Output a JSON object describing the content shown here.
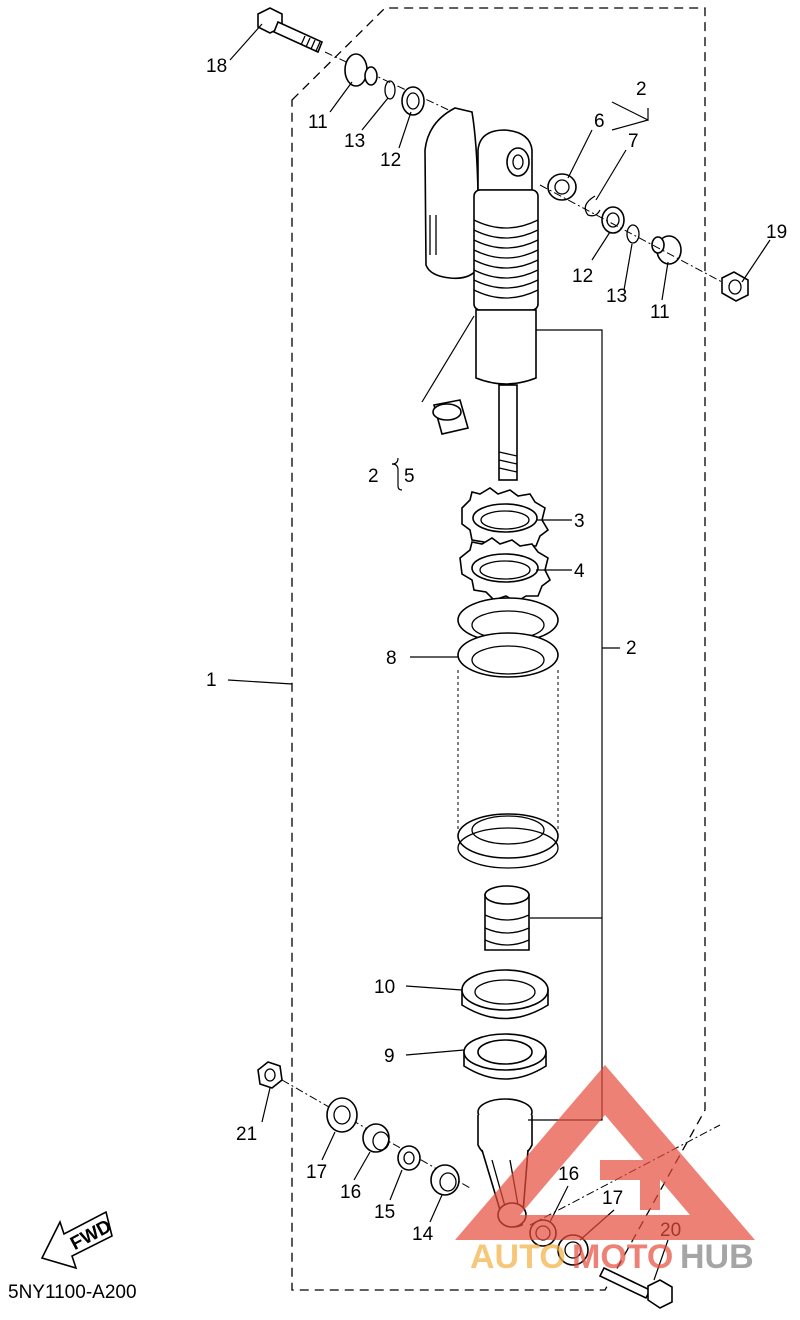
{
  "diagram_code": "5NY1100-A200",
  "fwd_label": "FWD",
  "watermark": {
    "part1": "AUTO",
    "part2": "MOTO",
    "part3": "HUB",
    "color_orange": "#f5b041",
    "color_red": "#e74c3c",
    "color_gray": "#7f7f7f"
  },
  "callouts": {
    "c1": "1",
    "c2_top": "2",
    "c2_side": "2",
    "c2_bracket": "2",
    "c3": "3",
    "c4": "4",
    "c5": "5",
    "c6": "6",
    "c7": "7",
    "c8": "8",
    "c9": "9",
    "c10": "10",
    "c11_top": "11",
    "c11_right": "11",
    "c12_top": "12",
    "c12_right": "12",
    "c13_top": "13",
    "c13_right": "13",
    "c14": "14",
    "c15": "15",
    "c16_left": "16",
    "c16_right": "16",
    "c17_left": "17",
    "c17_right": "17",
    "c18": "18",
    "c19": "19",
    "c20": "20",
    "c21": "21"
  }
}
